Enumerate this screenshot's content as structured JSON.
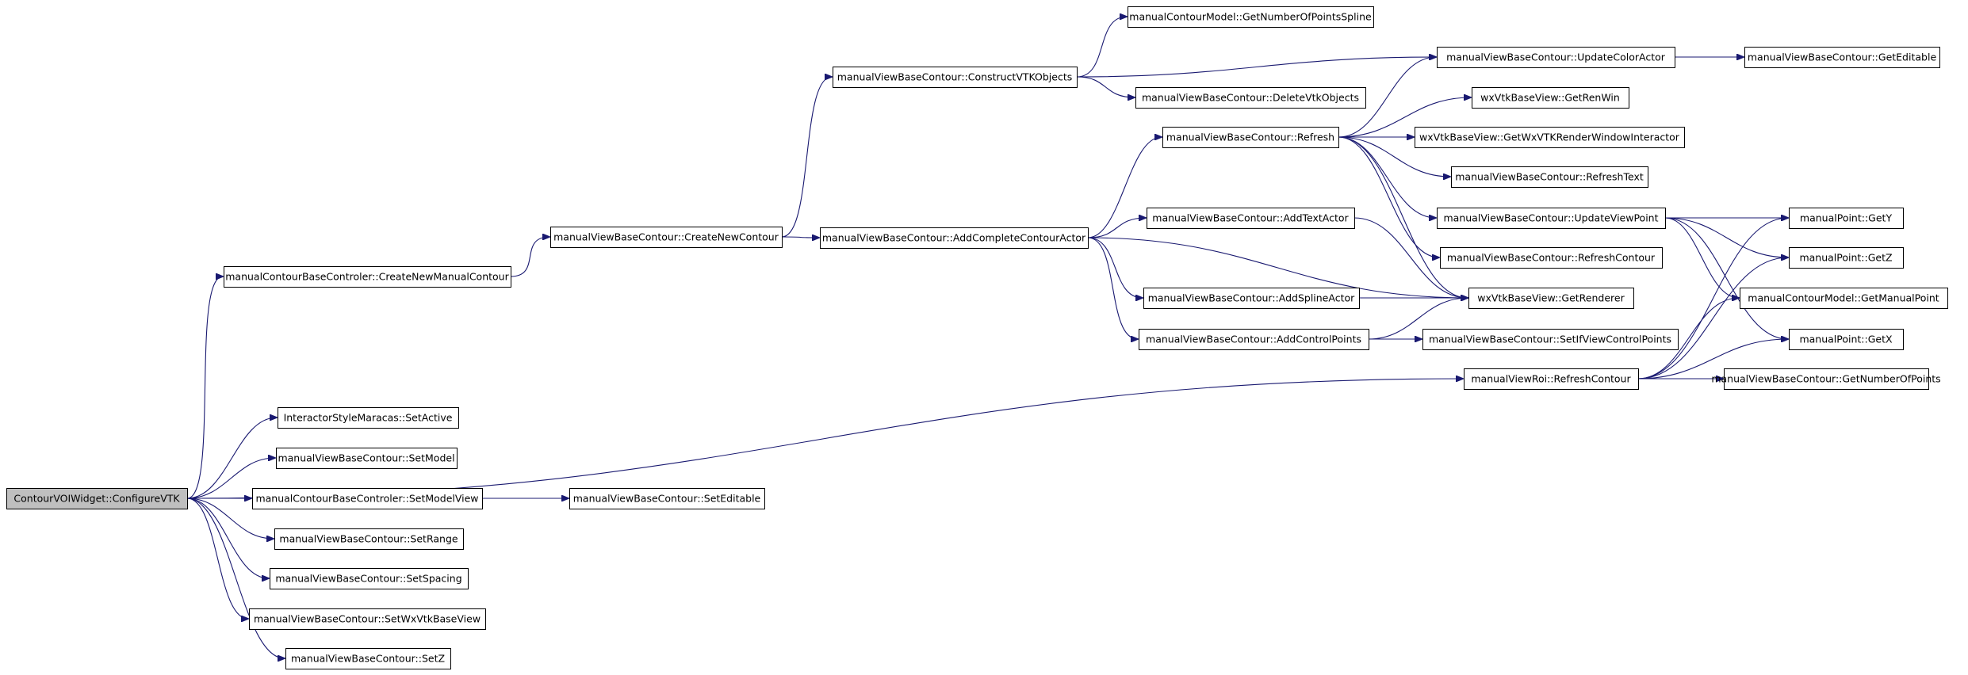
{
  "graph": {
    "root": "ContourVOIWidget::ConfigureVTK",
    "nodes": [
      {
        "id": "root",
        "label": "ContourVOIWidget::ConfigureVTK",
        "clickable": false
      },
      {
        "id": "cbc_create",
        "label": "manualContourBaseControler::CreateNewManualContour",
        "clickable": true
      },
      {
        "id": "vbc_create",
        "label": "manualViewBaseContour::CreateNewContour",
        "clickable": true
      },
      {
        "id": "vbc_construct",
        "label": "manualViewBaseContour::ConstructVTKObjects",
        "clickable": true
      },
      {
        "id": "cm_npspline",
        "label": "manualContourModel::GetNumberOfPointsSpline",
        "clickable": true
      },
      {
        "id": "vbc_updcolor",
        "label": "manualViewBaseContour::UpdateColorActor",
        "clickable": true
      },
      {
        "id": "vbc_geteditable",
        "label": "manualViewBaseContour::GetEditable",
        "clickable": true
      },
      {
        "id": "vbc_delete",
        "label": "manualViewBaseContour::DeleteVtkObjects",
        "clickable": true
      },
      {
        "id": "vbc_refresh",
        "label": "manualViewBaseContour::Refresh",
        "clickable": true
      },
      {
        "id": "wx_getrenwin",
        "label": "wxVtkBaseView::GetRenWin",
        "clickable": true
      },
      {
        "id": "wx_getinteractor",
        "label": "wxVtkBaseView::GetWxVTKRenderWindowInteractor",
        "clickable": true
      },
      {
        "id": "vbc_refreshtext",
        "label": "manualViewBaseContour::RefreshText",
        "clickable": true
      },
      {
        "id": "vbc_addcomplete",
        "label": "manualViewBaseContour::AddCompleteContourActor",
        "clickable": true
      },
      {
        "id": "vbc_addtext",
        "label": "manualViewBaseContour::AddTextActor",
        "clickable": true
      },
      {
        "id": "vbc_updviewpoint",
        "label": "manualViewBaseContour::UpdateViewPoint",
        "clickable": true
      },
      {
        "id": "mp_gety",
        "label": "manualPoint::GetY",
        "clickable": true
      },
      {
        "id": "vbc_refreshcontour",
        "label": "manualViewBaseContour::RefreshContour",
        "clickable": true
      },
      {
        "id": "mp_getz",
        "label": "manualPoint::GetZ",
        "clickable": true
      },
      {
        "id": "vbc_addspline",
        "label": "manualViewBaseContour::AddSplineActor",
        "clickable": true
      },
      {
        "id": "wx_getrenderer",
        "label": "wxVtkBaseView::GetRenderer",
        "clickable": true
      },
      {
        "id": "cm_getmanualpoint",
        "label": "manualContourModel::GetManualPoint",
        "clickable": true
      },
      {
        "id": "vbc_addcontrol",
        "label": "manualViewBaseContour::AddControlPoints",
        "clickable": true
      },
      {
        "id": "vbc_setifview",
        "label": "manualViewBaseContour::SetIfViewControlPoints",
        "clickable": true
      },
      {
        "id": "mp_getx",
        "label": "manualPoint::GetX",
        "clickable": true
      },
      {
        "id": "roi_refreshcontour",
        "label": "manualViewRoi::RefreshContour",
        "clickable": true
      },
      {
        "id": "vbc_getnumpoints",
        "label": "manualViewBaseContour::GetNumberOfPoints",
        "clickable": true
      },
      {
        "id": "ism_setactive",
        "label": "InteractorStyleMaracas::SetActive",
        "clickable": true
      },
      {
        "id": "vbc_setmodel",
        "label": "manualViewBaseContour::SetModel",
        "clickable": true
      },
      {
        "id": "cbc_setmodelview",
        "label": "manualContourBaseControler::SetModelView",
        "clickable": true
      },
      {
        "id": "vbc_seteditable",
        "label": "manualViewBaseContour::SetEditable",
        "clickable": true
      },
      {
        "id": "vbc_setrange",
        "label": "manualViewBaseContour::SetRange",
        "clickable": true
      },
      {
        "id": "vbc_setspacing",
        "label": "manualViewBaseContour::SetSpacing",
        "clickable": true
      },
      {
        "id": "vbc_setwx",
        "label": "manualViewBaseContour::SetWxVtkBaseView",
        "clickable": true
      },
      {
        "id": "vbc_setz",
        "label": "manualViewBaseContour::SetZ",
        "clickable": true
      }
    ],
    "edges": [
      [
        "root",
        "cbc_create"
      ],
      [
        "root",
        "roi_refreshcontour"
      ],
      [
        "root",
        "ism_setactive"
      ],
      [
        "root",
        "vbc_setmodel"
      ],
      [
        "root",
        "cbc_setmodelview"
      ],
      [
        "root",
        "vbc_setrange"
      ],
      [
        "root",
        "vbc_setspacing"
      ],
      [
        "root",
        "vbc_setwx"
      ],
      [
        "root",
        "vbc_setz"
      ],
      [
        "cbc_create",
        "vbc_create"
      ],
      [
        "vbc_create",
        "vbc_construct"
      ],
      [
        "vbc_create",
        "vbc_addcomplete"
      ],
      [
        "vbc_construct",
        "cm_npspline"
      ],
      [
        "vbc_construct",
        "vbc_updcolor"
      ],
      [
        "vbc_construct",
        "vbc_delete"
      ],
      [
        "vbc_updcolor",
        "vbc_geteditable"
      ],
      [
        "vbc_addcomplete",
        "vbc_refresh"
      ],
      [
        "vbc_addcomplete",
        "vbc_addtext"
      ],
      [
        "vbc_addcomplete",
        "vbc_addspline"
      ],
      [
        "vbc_addcomplete",
        "vbc_addcontrol"
      ],
      [
        "vbc_addcomplete",
        "wx_getrenderer"
      ],
      [
        "vbc_refresh",
        "vbc_updcolor"
      ],
      [
        "vbc_refresh",
        "wx_getrenwin"
      ],
      [
        "vbc_refresh",
        "wx_getinteractor"
      ],
      [
        "vbc_refresh",
        "vbc_refreshtext"
      ],
      [
        "vbc_refresh",
        "vbc_updviewpoint"
      ],
      [
        "vbc_refresh",
        "vbc_refreshcontour"
      ],
      [
        "vbc_refresh",
        "wx_getrenderer"
      ],
      [
        "vbc_updviewpoint",
        "mp_gety"
      ],
      [
        "vbc_updviewpoint",
        "mp_getz"
      ],
      [
        "vbc_updviewpoint",
        "cm_getmanualpoint"
      ],
      [
        "vbc_updviewpoint",
        "mp_getx"
      ],
      [
        "vbc_addtext",
        "wx_getrenderer"
      ],
      [
        "vbc_addspline",
        "wx_getrenderer"
      ],
      [
        "vbc_addcontrol",
        "wx_getrenderer"
      ],
      [
        "vbc_addcontrol",
        "vbc_setifview"
      ],
      [
        "roi_refreshcontour",
        "mp_gety"
      ],
      [
        "roi_refreshcontour",
        "mp_getz"
      ],
      [
        "roi_refreshcontour",
        "cm_getmanualpoint"
      ],
      [
        "roi_refreshcontour",
        "mp_getx"
      ],
      [
        "roi_refreshcontour",
        "vbc_getnumpoints"
      ],
      [
        "cbc_setmodelview",
        "vbc_seteditable"
      ]
    ],
    "colors": {
      "edge": "#191970",
      "node_border": "#000000",
      "node_fill": "#ffffff",
      "root_fill": "#bfbfbf",
      "text": "#000000"
    }
  }
}
